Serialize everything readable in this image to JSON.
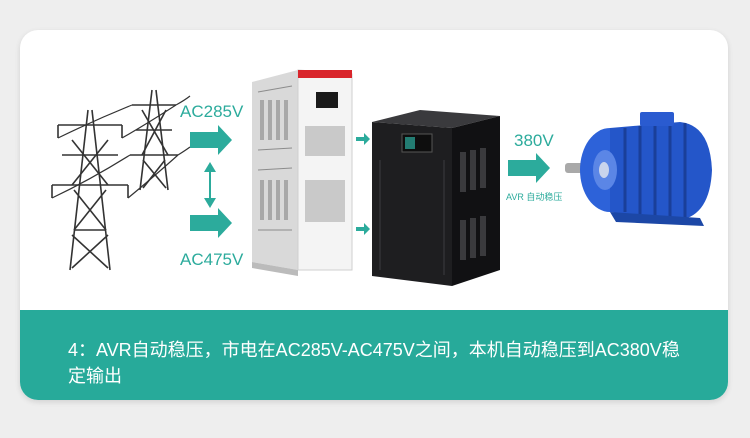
{
  "labels": {
    "input_top": "AC285V",
    "input_bottom": "AC475V",
    "output_voltage": "380V",
    "avr_tag": "AVR 自动稳压"
  },
  "caption": {
    "text": "4：AVR自动稳压，市电在AC285V-AC475V之间，本机自动稳压到AC380V稳定输出"
  },
  "colors": {
    "accent": "#27aa9a",
    "label": "#2cab9c",
    "motor": "#2456c9",
    "cabinet_light": "#f2f2f2",
    "cabinet_dark": "#1e1e20",
    "indicator_red": "#d9252b"
  },
  "icons": [
    "power-tower-icon",
    "arrow-right-icon",
    "arrow-updown-icon",
    "ups-cabinet-icon",
    "stabilizer-cabinet-icon",
    "electric-motor-icon"
  ]
}
